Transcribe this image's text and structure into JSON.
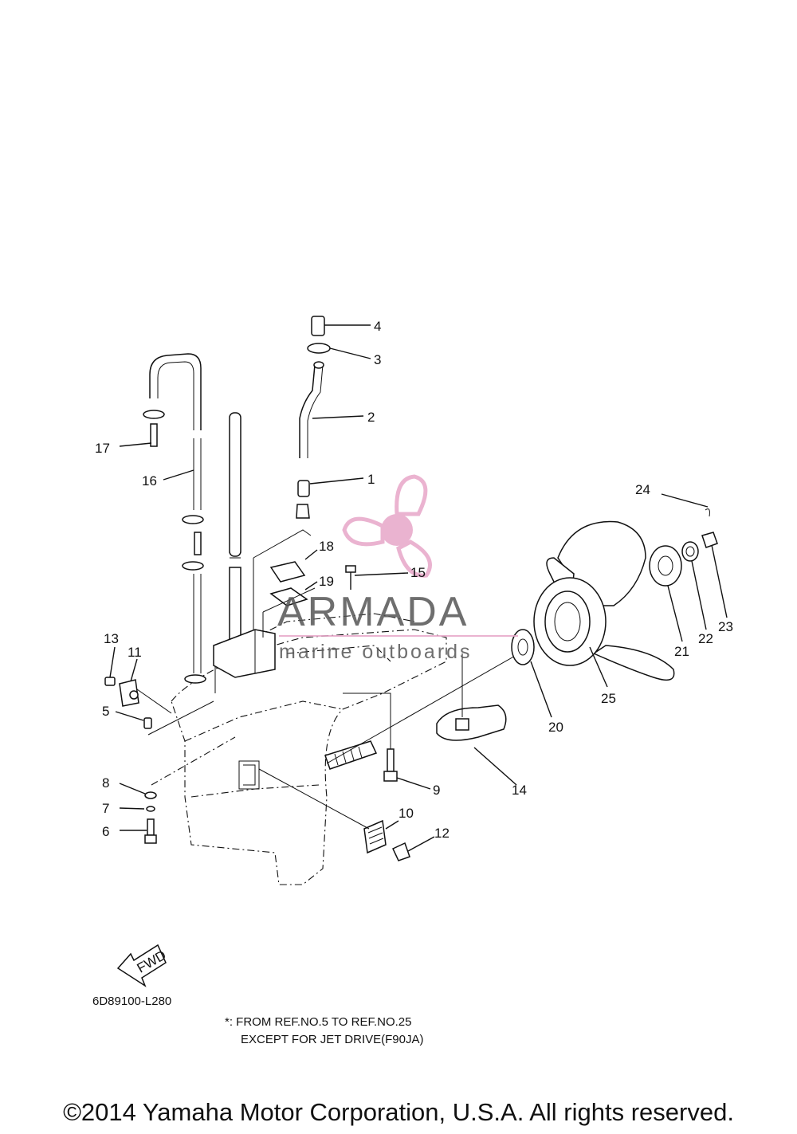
{
  "callouts": [
    {
      "id": "1",
      "text": "1"
    },
    {
      "id": "2",
      "text": "2"
    },
    {
      "id": "3",
      "text": "3"
    },
    {
      "id": "4",
      "text": "4"
    },
    {
      "id": "5",
      "text": "5"
    },
    {
      "id": "6",
      "text": "6"
    },
    {
      "id": "7",
      "text": "7"
    },
    {
      "id": "8",
      "text": "8"
    },
    {
      "id": "9",
      "text": "9"
    },
    {
      "id": "10",
      "text": "10"
    },
    {
      "id": "11",
      "text": "11"
    },
    {
      "id": "12",
      "text": "12"
    },
    {
      "id": "13",
      "text": "13"
    },
    {
      "id": "14",
      "text": "14"
    },
    {
      "id": "15",
      "text": "15"
    },
    {
      "id": "16",
      "text": "16"
    },
    {
      "id": "17",
      "text": "17"
    },
    {
      "id": "18",
      "text": "18"
    },
    {
      "id": "19",
      "text": "19"
    },
    {
      "id": "20",
      "text": "20"
    },
    {
      "id": "21",
      "text": "21"
    },
    {
      "id": "22",
      "text": "22"
    },
    {
      "id": "23",
      "text": "23"
    },
    {
      "id": "24",
      "text": "24"
    },
    {
      "id": "25",
      "text": "25"
    }
  ],
  "arrow_label": "FWD",
  "diagram_code": "6D89100-L280",
  "note": {
    "line1": "*: FROM REF.NO.5 TO REF.NO.25",
    "line2": "EXCEPT FOR JET DRIVE(F90JA)"
  },
  "watermark": {
    "brand": "ARMADA",
    "tagline": "marine outboards",
    "color": "#e7a6c8"
  },
  "copyright": "©2014 Yamaha Motor Corporation, U.S.A. All rights reserved."
}
